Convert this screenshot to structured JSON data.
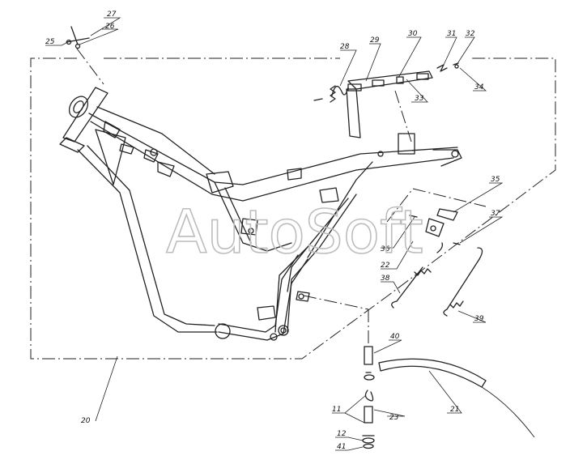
{
  "watermark": "AutoSoft",
  "callouts": [
    "20",
    "21",
    "22",
    "23",
    "25",
    "26",
    "27",
    "28",
    "29",
    "30",
    "31",
    "32",
    "33",
    "34",
    "35",
    "36",
    "37",
    "38",
    "39",
    "40",
    "11",
    "12",
    "41"
  ]
}
